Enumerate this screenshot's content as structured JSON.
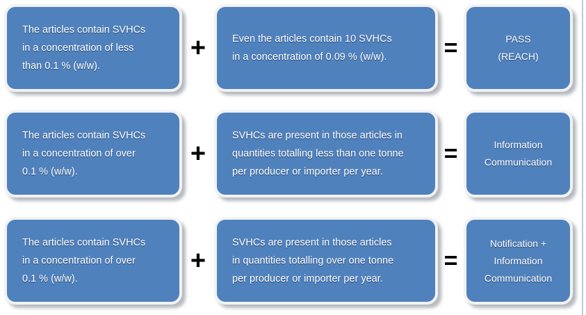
{
  "diagram": {
    "title": "REACH SVHC article obligations decision table",
    "accent_color": "#4F81BD",
    "box_border_color": "#F2F2F2",
    "text_color": "#FFFFFF",
    "operator_color": "#000000",
    "operators": {
      "plus": "+",
      "equals": "="
    },
    "rows": [
      {
        "condition": [
          "The articles contain SVHCs",
          "in a concentration of less",
          "than 0.1 % (w/w)."
        ],
        "operator_1": "+",
        "qualifier": [
          "Even the articles contain 10 SVHCs",
          "in a concentration of 0.09 % (w/w)."
        ],
        "operator_2": "=",
        "result": [
          "PASS",
          "(REACH)"
        ]
      },
      {
        "condition": [
          "The articles contain SVHCs",
          "in a concentration of over",
          "0.1 % (w/w)."
        ],
        "operator_1": "+",
        "qualifier": [
          "SVHCs are present in those articles in",
          "quantities totalling less than one tonne",
          "per producer or importer per year."
        ],
        "operator_2": "=",
        "result": [
          "Information",
          "Communication"
        ]
      },
      {
        "condition": [
          "The articles contain SVHCs",
          "in a concentration of over",
          "0.1 % (w/w)."
        ],
        "operator_1": "+",
        "qualifier": [
          "SVHCs are present in those articles",
          "in quantities totalling over one tonne",
          "per producer or importer per year."
        ],
        "operator_2": "=",
        "result": [
          "Notification +",
          "Information",
          "Communication"
        ]
      }
    ]
  }
}
